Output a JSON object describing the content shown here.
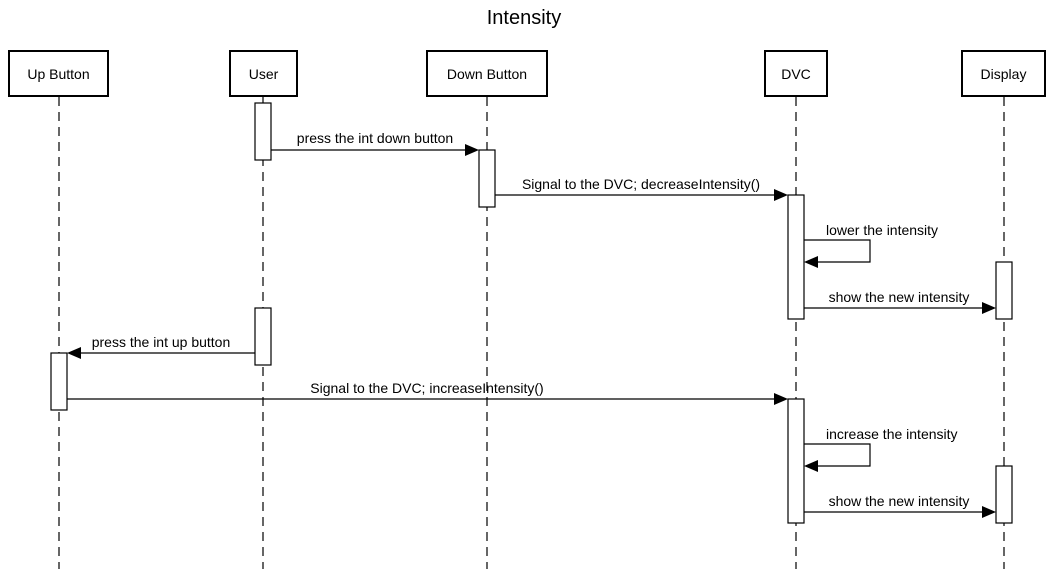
{
  "title": "Intensity",
  "participants": [
    {
      "id": "up_button",
      "label": "Up Button"
    },
    {
      "id": "user",
      "label": "User"
    },
    {
      "id": "down_button",
      "label": "Down Button"
    },
    {
      "id": "dvc",
      "label": "DVC"
    },
    {
      "id": "display",
      "label": "Display"
    }
  ],
  "messages": [
    {
      "from": "user",
      "to": "down_button",
      "label": "press the int down button"
    },
    {
      "from": "down_button",
      "to": "dvc",
      "label": "Signal to the DVC; decreaseIntensity()"
    },
    {
      "from": "dvc",
      "to": "dvc",
      "label": "lower the intensity"
    },
    {
      "from": "dvc",
      "to": "display",
      "label": "show the new intensity"
    },
    {
      "from": "user",
      "to": "up_button",
      "label": "press the int up button"
    },
    {
      "from": "up_button",
      "to": "dvc",
      "label": "Signal to the DVC; increaseIntensity()"
    },
    {
      "from": "dvc",
      "to": "dvc",
      "label": "increase the intensity"
    },
    {
      "from": "dvc",
      "to": "display",
      "label": "show the new intensity"
    }
  ]
}
